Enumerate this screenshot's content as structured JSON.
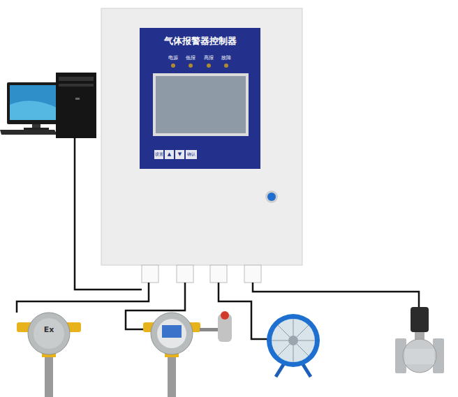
{
  "diagram": {
    "nodes": [
      {
        "text": [
          "气体报警器控制器"
        ]
      },
      {
        "text": [
          "Ex"
        ]
      }
    ],
    "edges": [
      {
        "from": 0,
        "to": 1,
        "arrow": "none"
      }
    ],
    "labels": [
      "电源",
      "低报",
      "高报",
      "故障",
      "设置",
      "▲",
      "▼",
      "确认"
    ]
  }
}
